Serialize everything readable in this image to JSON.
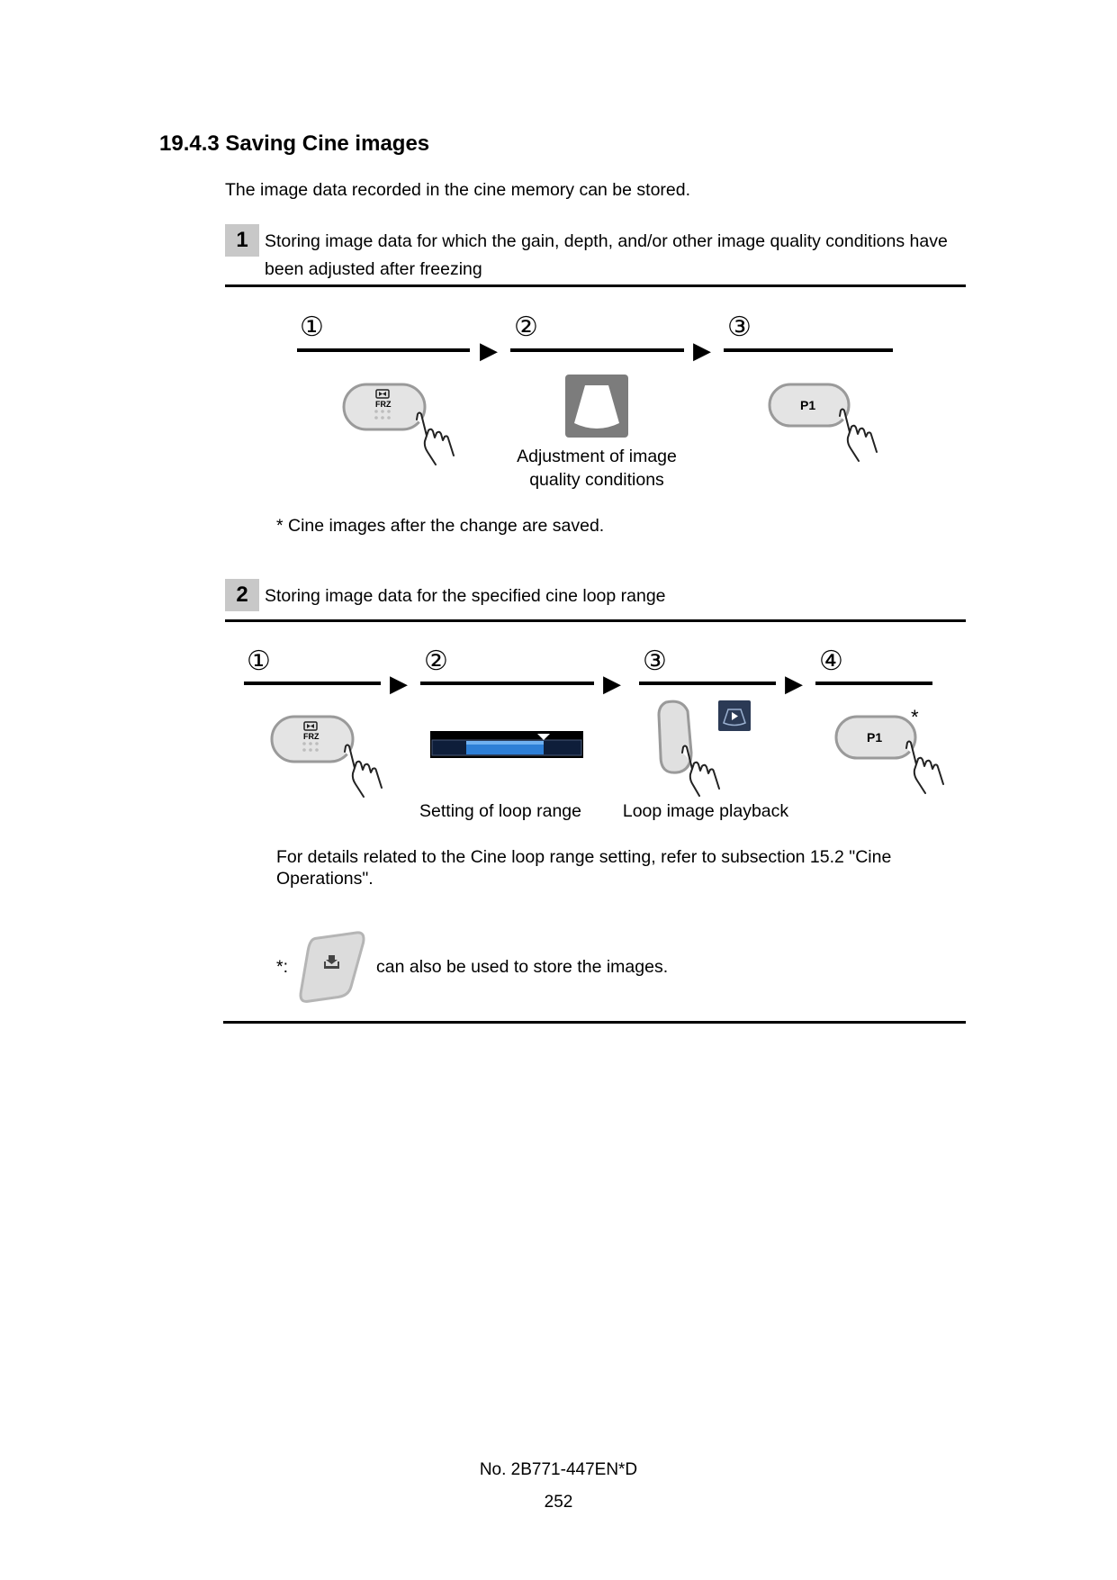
{
  "section": {
    "heading": "19.4.3 Saving Cine images",
    "intro": "The image data recorded in the cine memory can be stored."
  },
  "step1": {
    "number": "1",
    "title": "Storing image data for which the gain, depth, and/or other image quality conditions have been adjusted after freezing",
    "markers": [
      "①",
      "②",
      "③"
    ],
    "arrow": "▶",
    "frz_label": "FRZ",
    "p1_label": "P1",
    "caption": "Adjustment of image quality conditions",
    "note": "* Cine images after the change are saved."
  },
  "step2": {
    "number": "2",
    "title": "Storing image data for the specified cine loop range",
    "markers": [
      "①",
      "②",
      "③",
      "④"
    ],
    "arrow": "▶",
    "frz_label": "FRZ",
    "p1_label": "P1",
    "asterisk": "*",
    "caption_loop_range": "Setting of loop range",
    "caption_playback": "Loop image playback",
    "details": "For details related to the Cine loop range setting, refer to subsection 15.2 \"Cine Operations\".",
    "star_prefix": "*:",
    "star_text": "can also be used to store the images."
  },
  "footer": {
    "doc_number": "No. 2B771-447EN*D",
    "page_number": "252"
  }
}
